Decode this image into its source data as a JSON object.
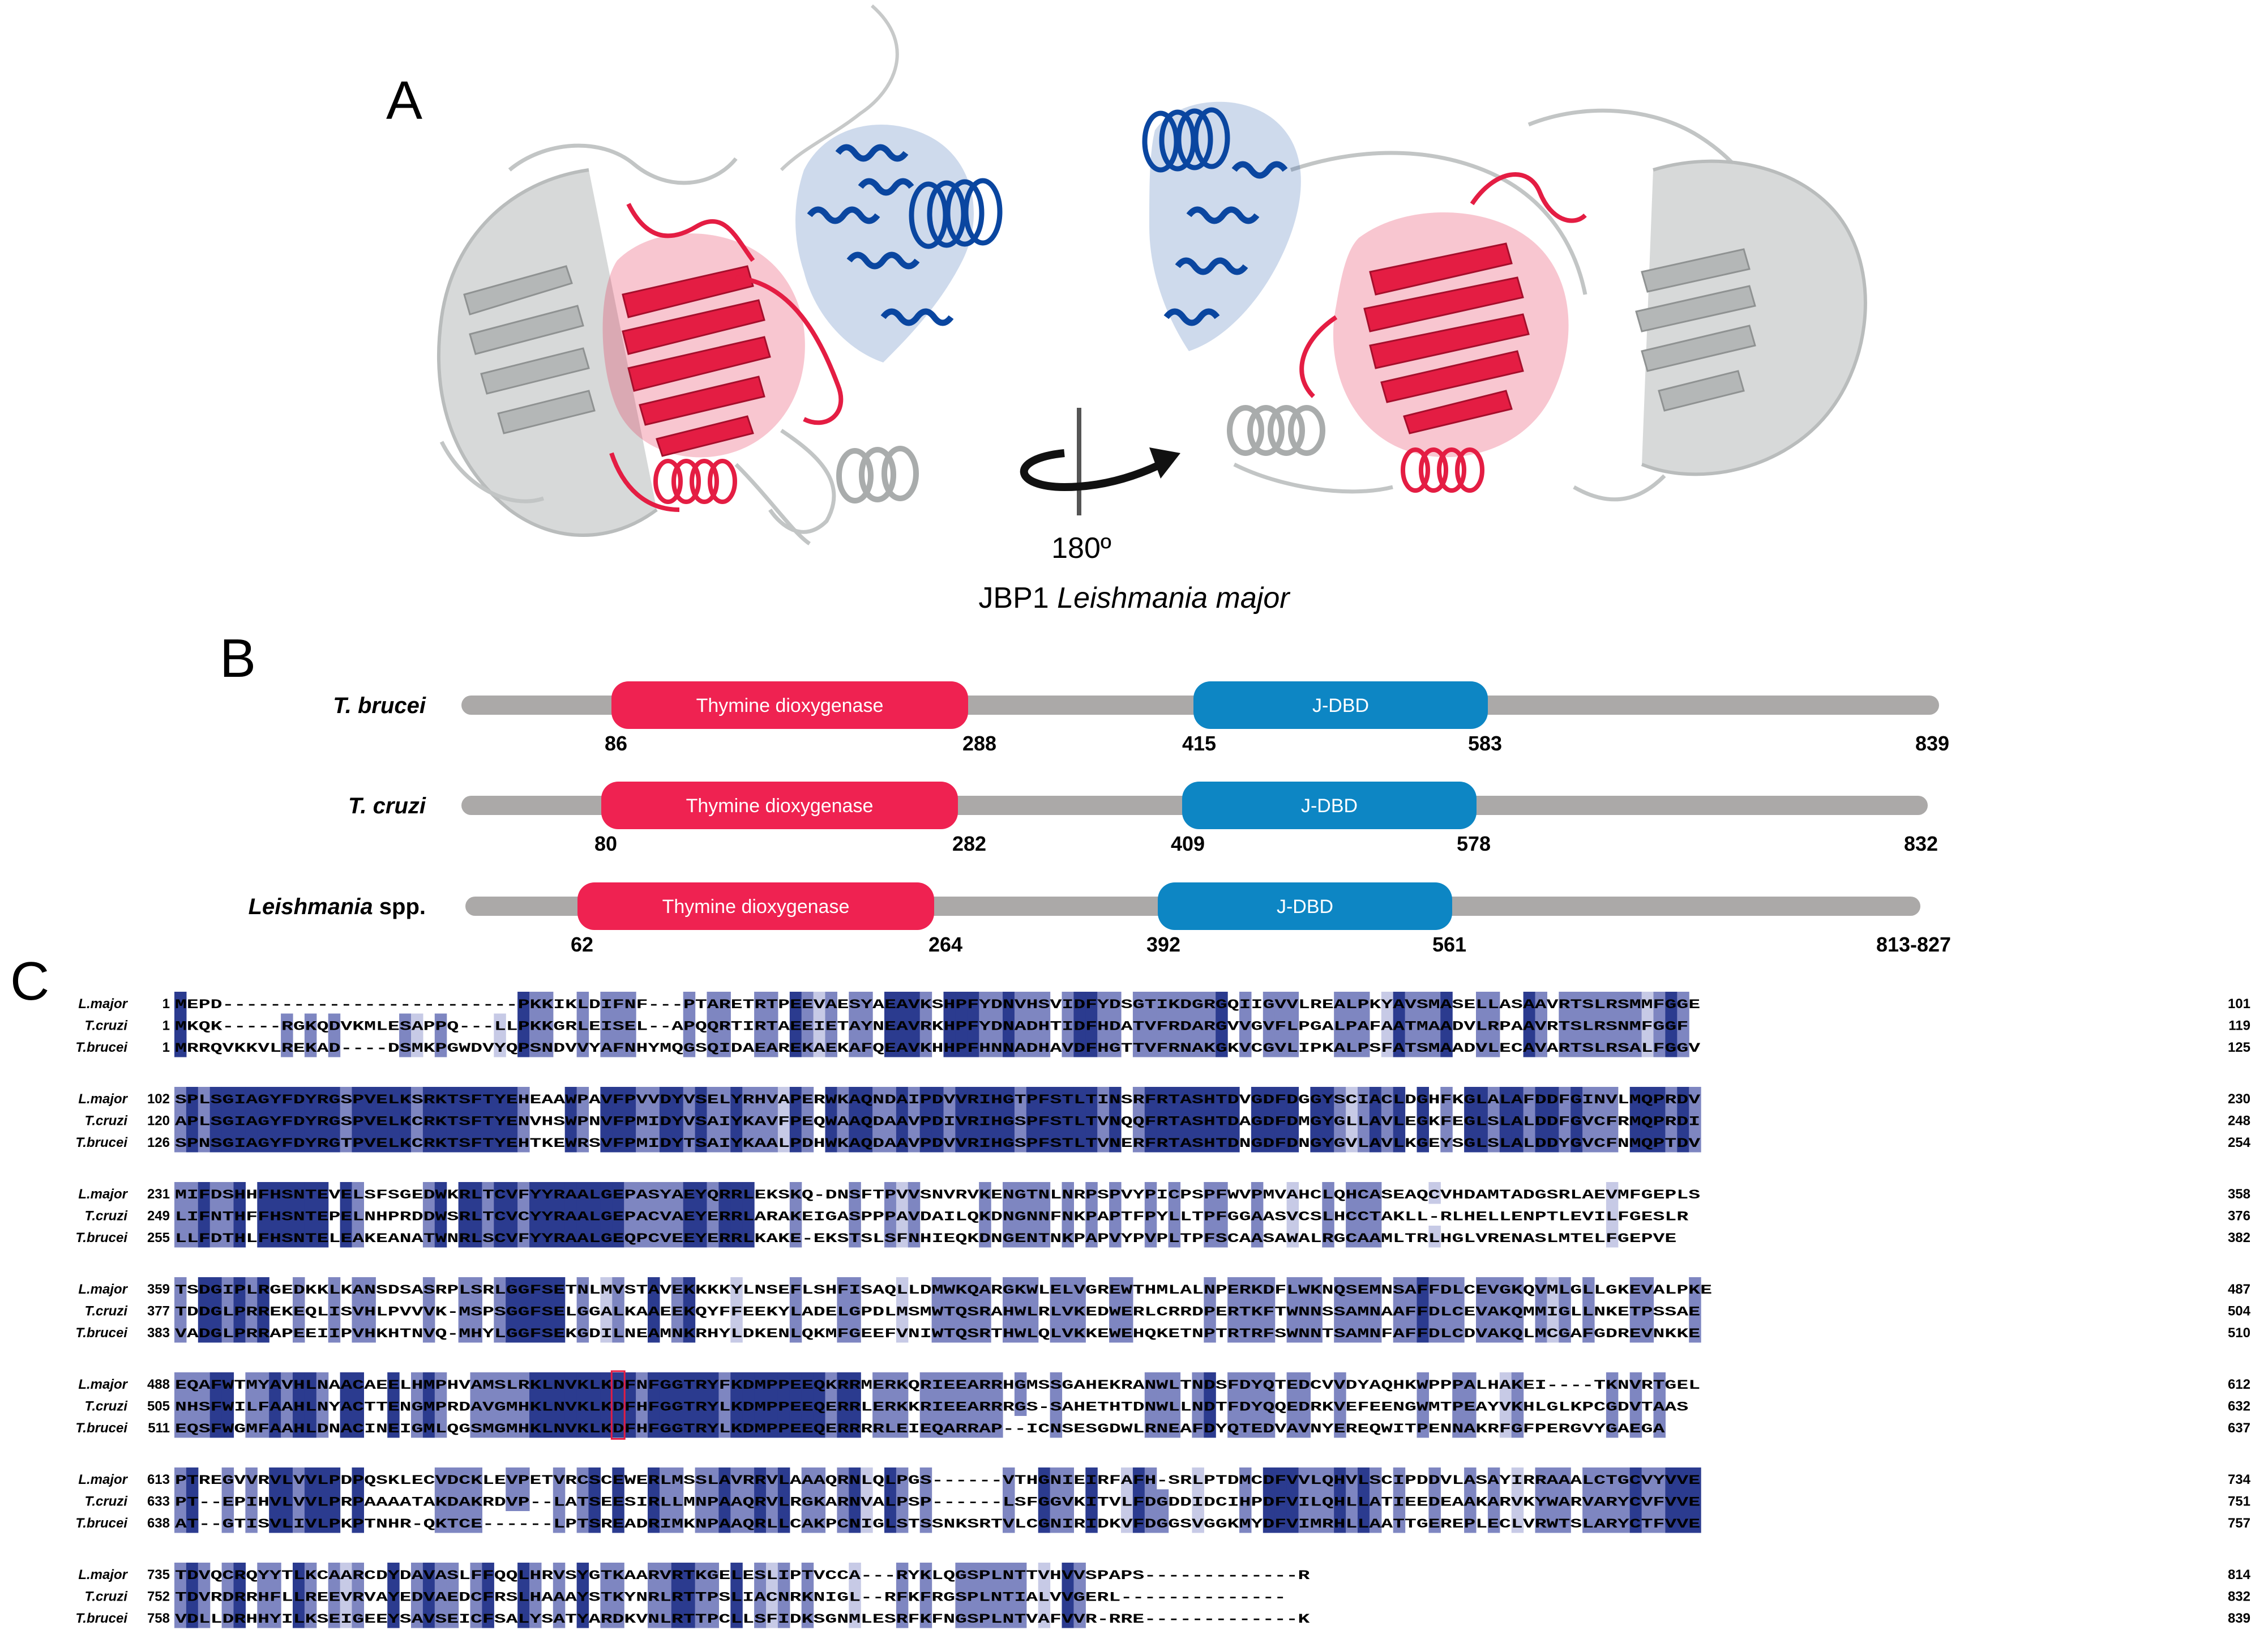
{
  "colors": {
    "red": "#e41d43",
    "blue": "#0a46a0",
    "gray_ribbon": "#b9bcbc",
    "backbone": "#aba9a8",
    "domain_red": "#ef2251",
    "domain_blue": "#0d86c4",
    "cons_high": "#2b3b8f",
    "cons_mid": "#7e86c1",
    "cons_low": "#c7cae6"
  },
  "panel_a": {
    "letter": "A",
    "rotation_label": "180º",
    "caption_prefix": "JBP1 ",
    "caption_species": "Leishmania major"
  },
  "panel_b": {
    "letter": "B",
    "proteins": [
      {
        "species": "T. brucei",
        "suffix": "",
        "domain1_label": "Thymine dioxygenase",
        "domain1_start": "86",
        "domain1_end": "288",
        "domain2_label": "J-DBD",
        "domain2_start": "415",
        "domain2_end": "583",
        "length": "839"
      },
      {
        "species": "T. cruzi",
        "suffix": "",
        "domain1_label": "Thymine dioxygenase",
        "domain1_start": "80",
        "domain1_end": "282",
        "domain2_label": "J-DBD",
        "domain2_start": "409",
        "domain2_end": "578",
        "length": "832"
      },
      {
        "species": "Leishmania",
        "suffix": " spp.",
        "domain1_label": "Thymine dioxygenase",
        "domain1_start": "62",
        "domain1_end": "264",
        "domain2_label": "J-DBD",
        "domain2_start": "392",
        "domain2_end": "561",
        "length": "813-827"
      }
    ]
  },
  "panel_c": {
    "letter": "C",
    "blocks": [
      {
        "rows": [
          {
            "name": "L.major",
            "start": "1",
            "seq": "MEPD-------------------------PKKIKLDIFNF---PTARETRTPEEVAESYAEAVKSHPFYDNVHSVIDFYDSGTIKDGRGQIIGVVLREALPKYAVSMASELLASAAVRTSLRSMMFGGE",
            "end": "101"
          },
          {
            "name": "T.cruzi",
            "start": "1",
            "seq": "MKQK-----RGKQDVKMLESAPPQ---LLPKKGRLEISEL--APQQRTIRTAEEIETAYNEAVRKHPFYDNADHTIDFHDATVFRDARGVVGVFLPGALPAFAATMAADVLRPAAVRTSLRSNMFGGF",
            "end": "119"
          },
          {
            "name": "T.brucei",
            "start": "1",
            "seq": "MRRQVKKVLREKAD----DSMKPGWDVYQPSNDVVYAFNHYMQGSQIDAEAREKAEKAFQEAVKHHPFHNNADHAVDFHGTTVFRNAKGKVCGVLIPKALPSFATSMAADVLECAVARTSLRSALFGGV",
            "end": "125"
          }
        ]
      },
      {
        "rows": [
          {
            "name": "L.major",
            "start": "102",
            "seq": "SPLSGIAGYFDYRGSPVELKSRKTSFTYEHEAAWPAVFPVVDYVSELYRHVAPERWKAQNDAIPDVVRIHGTPFSTLTINSRFRTASHTDVGDFDGGYSCIACLDGHFKGLALAFDDFGINVLMQPRDV",
            "end": "230"
          },
          {
            "name": "T.cruzi",
            "start": "120",
            "seq": "APLSGIAGYFDYRGSPVELKCRKTSFTYENVHSWPNVFPMIDYVSAIYKAVFPEQWAAQDAAVPDIVRIHGSPFSTLTVNQQFRTASHTDAGDFDMGYGLLAVLEGKFEGLSLALDDFGVCFRMQPRDI",
            "end": "248"
          },
          {
            "name": "T.brucei",
            "start": "126",
            "seq": "SPNSGIAGYFDYRGTPVELKCRKTSFTYEHTKEWRSVFPMIDYTSAIYKAALPDHWKAQDAAVPDVVRIHGSPFSTLTVNERFRTASHTDNGDFDNGYGVLAVLKGEYSGLSLALDDYGVCFNMQPTDV",
            "end": "254"
          }
        ]
      },
      {
        "rows": [
          {
            "name": "L.major",
            "start": "231",
            "seq": "MIFDSHHFHSNTEVELSFSGEDWKRLTCVFYYRAALGEPASYAEYQRRLEKSKQ-DNSFTPVVSNVRVKENGTNLNRPSPVYPICPSPFWVPMVAHCLQHCASEAQCVHDAMTADGSRLAEVMFGEPLS",
            "end": "358"
          },
          {
            "name": "T.cruzi",
            "start": "249",
            "seq": "LIFNTHFFHSNTEPELNHPRDDWSRLTCVCYYRAALGEPACVAEYERRLARAKEIGASPPPAVDAILQKDNGNNFNKPAPTFPYLLTPFGGAASVCSLHCCTAKLL-RLHELLENPTLEVILFGESLR",
            "end": "376"
          },
          {
            "name": "T.brucei",
            "start": "255",
            "seq": "LLFDTHLFHSNTELEAKEANATWNRLSCVFYYRAALGEQPCVEEYERRLKAKE-EKSTSLSFNHIEQKDNGENTNKPAPVYPVPLTPFSCAASAWALRGCAAMLTRLHGLVRENASLMTELFGEPVE",
            "end": "382"
          }
        ]
      },
      {
        "rows": [
          {
            "name": "L.major",
            "start": "359",
            "seq": "TSDGIPLRGEDKKLKANSDSASRPLSRLGGFSETNLMVSTAVEKKKKYLNSEFLSHFISAQLLDMWKQARGKWLELVGREWTHMLALNPERKDFLWKNQSEMNSAFFDLCEVGKQVMLGLLGKEVALPKE",
            "end": "487"
          },
          {
            "name": "T.cruzi",
            "start": "377",
            "seq": "TDDGLPRREKEQLISVHLPVVVK-MSPSGGFSELGGALKAAEEKQYFFEEKYLADELGPDLMSMWTQSRAHWLRLVKEDWERLCRRDPERTKFTWNNSSAMNAAFFDLCEVAKQMMIGLLNKETPSSAE",
            "end": "504"
          },
          {
            "name": "T.brucei",
            "start": "383",
            "seq": "VADGLPRRAPEEIIPVHKHTNVQ-MHYLGGFSEKGDILNEAMNKRHYLDKENLQKMFGEEFVNIWTQSRTHWLQLVKKEWEHQKETNPTRTRFSWNNTSAMNFAFFDLCDVAKQLMCGAFGDREVNKKE",
            "end": "510"
          }
        ]
      },
      {
        "rows": [
          {
            "name": "L.major",
            "start": "488",
            "seq": "EQAFWTMYAVHLNAACAEELHMPHVAMSLRKLNVKLKDFNFGGTRYFKDMPPEEQKRRMERKQRIEEARRHGMSSGAHEKRANWLTNDSFDYQTEDCVVDYAQHKWPPPALHAKEI----TKNVRTGEL",
            "end": "612"
          },
          {
            "name": "T.cruzi",
            "start": "505",
            "seq": "NHSFWILFAAHLNYACTTENGMPRDAVGMHKLNVKLKDFHFGGTRYLKDMPPEEQERRLERKKRIEEARRRGS-SAHETHTDNWLLNDTFDYQQEDRKVEFEENGWMTPEAYVKHLGLKPCGDVTAAS",
            "end": "632"
          },
          {
            "name": "T.brucei",
            "start": "511",
            "seq": "EQSFWGMFAAHLDNACINEIGMLQGSMGMHKLNVKLKDFHFGGTRYLKDMPPEEQERRRRLEIEQARRAP--ICNSESGDWLRNEAFDYQTEDVAVNYEREQWITPENNAKRFGFPERGVYGAEGA",
            "end": "637"
          }
        ]
      },
      {
        "rows": [
          {
            "name": "L.major",
            "start": "613",
            "seq": "PTREGVVRVLVVLPDPQSKLECVDCKLEVPETVRCSCEWERLMSSLAVRRVLAAAQRNLQLPGS------VTHGNIEIRFAFH-SRLPTDMCDFVVLQHVLSCIPDDVLASAYIRRAAALCTGCVYVVE",
            "end": "734"
          },
          {
            "name": "T.cruzi",
            "start": "633",
            "seq": "PT--EPIHVLVVLPRPAAAATAKDAKRDVP--LATSEESIRLLMNPAAQRVLRGKARNVALPSP------LSFGGVKITVLFDGDDIDCIHPDFVILQHLLATIEEDEAAKARVKYWARVARYCVFVVE",
            "end": "751"
          },
          {
            "name": "T.brucei",
            "start": "638",
            "seq": "AT--GTISVLIVLPKPTNHR-QKTCE------LPTSREADRIMKNPAAQRLLCAKPCNIGLSTSSNKSRTVLCGNIRIDKVFDGGSVGGKMYDFVIMRHLLAATTGEREPLECLVRWTSLARYCTFVVE",
            "end": "757"
          }
        ]
      },
      {
        "rows": [
          {
            "name": "L.major",
            "start": "735",
            "seq": "TDVQCRQYYTLKCAARCDYDAVASLFFQQLHRVSYGTKAARVRTKGELESLIPTVCCA---RYKLQGSPLNTTVHVVSPAPS-------------R",
            "end": "814"
          },
          {
            "name": "T.cruzi",
            "start": "752",
            "seq": "TDVRDRRHFLLREEVRVAYEDVAEDCFRSLHAAAYSTKYNRLRTTPSLIACNRKNIGL--RFKFRGSPLNTIALVVGERL--------------",
            "end": "832"
          },
          {
            "name": "T.brucei",
            "start": "758",
            "seq": "VDLLDRHHYILKSEIGEEYSAVSEICFSALYSATYARDKVNLRTTPCLLSFIDKSGNMLESRFKFNGSPLNTVAFVVR-RRE-------------K",
            "end": "839"
          }
        ]
      }
    ]
  }
}
